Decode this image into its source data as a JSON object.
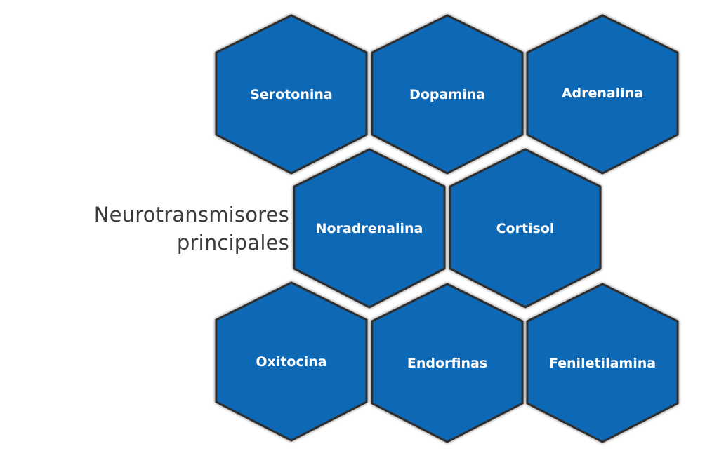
{
  "diagram": {
    "title_lines": [
      "Neurotransmisores",
      "principales"
    ],
    "fill_color": "#0a67b5",
    "border_color": "#2f2f2f",
    "label_color": "#ffffff",
    "title_color": "#3b3b3b",
    "nodes": [
      {
        "id": "serotonina",
        "label": "Serotonina"
      },
      {
        "id": "dopamina",
        "label": "Dopamina"
      },
      {
        "id": "adrenalina",
        "label": "Adrenalina"
      },
      {
        "id": "noradrenalina",
        "label": "Noradrenalina"
      },
      {
        "id": "cortisol",
        "label": "Cortisol"
      },
      {
        "id": "oxitocina",
        "label": "Oxitocina"
      },
      {
        "id": "endorfinas",
        "label": "Endorfinas"
      },
      {
        "id": "feniletilamina",
        "label": "Feniletilamina"
      }
    ]
  }
}
